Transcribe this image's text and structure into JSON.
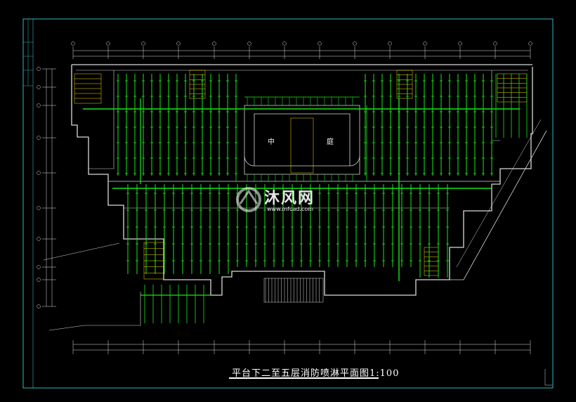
{
  "drawing": {
    "title": "平台下二至五层消防喷淋平面图1:100",
    "courtyard": [
      "中",
      "庭"
    ],
    "watermark_brand": "沐风网",
    "watermark_url": "www.mfcad.com"
  },
  "colors": {
    "background": "#000000",
    "frame": "#2fb8c6",
    "walls": "#d9d9d9",
    "sprinkler_pipe": "#19e619",
    "dimension": "#e0e0e0",
    "axis_bubble": "#e0e0e0",
    "fixtures": "#ffd700"
  }
}
